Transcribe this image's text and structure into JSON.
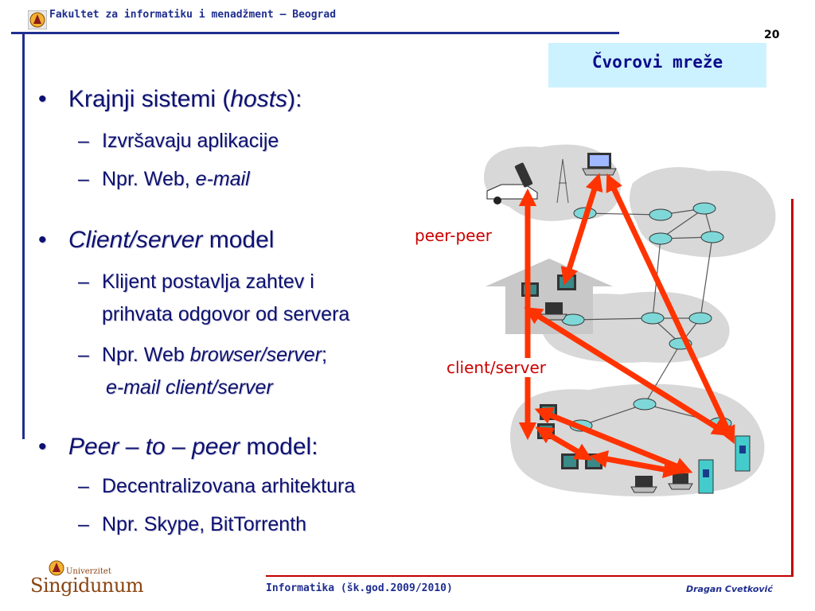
{
  "header": {
    "institution": "Fakultet za informatiku i menadžment – Beograd"
  },
  "page_number": "20",
  "slide_title": "Čvorovi mreže",
  "bullets": [
    {
      "level1": {
        "pre": "Krajnji sistemi (",
        "ital": "hosts",
        "post": "):"
      },
      "subs": [
        {
          "pre": "Izvršavaju aplikacije",
          "ital": "",
          "post": ""
        },
        {
          "pre": "Npr. Web, ",
          "ital": "e-mail",
          "post": ""
        }
      ]
    },
    {
      "level1": {
        "pre": "",
        "ital": "Client/server",
        "post": " model"
      },
      "subs": [
        {
          "line1": "Klijent postavlja zahtev i",
          "line2": "prihvata odgovor od servera"
        },
        {
          "pre": "Npr. Web ",
          "ital": "browser/server",
          "post": ";",
          "line2ital": "e-mail client/server"
        }
      ]
    },
    {
      "level1": {
        "pre": "",
        "ital": "Peer – to – peer",
        "post": " model:"
      },
      "subs": [
        {
          "pre": "Decentralizovana arhitektura",
          "ital": "",
          "post": ""
        },
        {
          "pre": "Npr. Skype, BitTorrenth",
          "ital": "",
          "post": ""
        }
      ]
    }
  ],
  "diagram": {
    "label_p2p": "peer-peer",
    "label_cs": "client/server"
  },
  "footer": {
    "center": "Informatika (šk.god.2009/2010)",
    "author": "Dragan Cvetković",
    "university_small": "Univerzitet",
    "university_big": "Singidunum"
  },
  "colors": {
    "header_blue": "#1f2e8f",
    "accent_red": "#c00000",
    "arrow_red": "#ff3300",
    "title_box": "#ccf2ff"
  }
}
